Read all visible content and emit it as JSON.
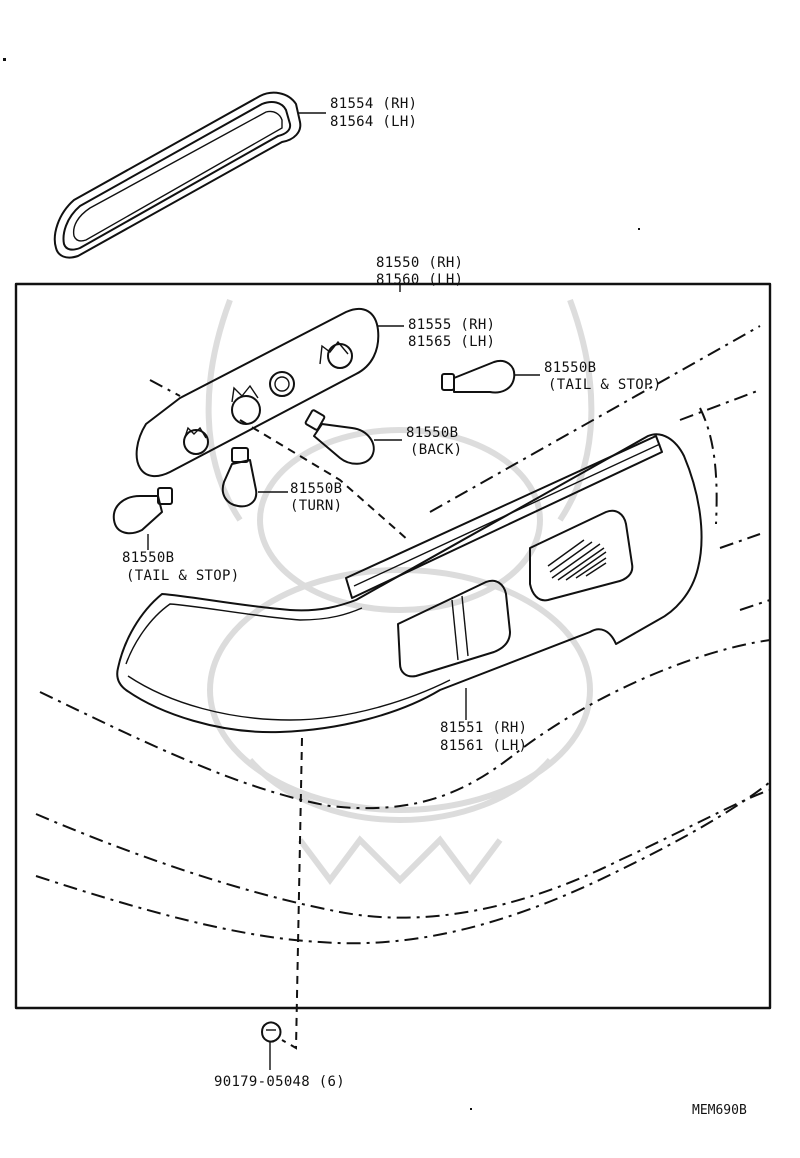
{
  "diagram": {
    "code": "MEM690B",
    "parts": {
      "lens_gasket": {
        "rh": "81554 (RH)",
        "lh": "81564 (LH)"
      },
      "lamp_assy": {
        "rh": "81550 (RH)",
        "lh": "81560 (LH)"
      },
      "socket_plate": {
        "rh": "81555 (RH)",
        "lh": "81565 (LH)"
      },
      "bulb_tail_stop_right": {
        "number": "81550B",
        "function": "(TAIL & STOP)"
      },
      "bulb_back": {
        "number": "81550B",
        "function": "(BACK)"
      },
      "bulb_turn": {
        "number": "81550B",
        "function": "(TURN)"
      },
      "bulb_tail_stop_left": {
        "number": "81550B",
        "function": "(TAIL & STOP)"
      },
      "lens_body": {
        "rh": "81551 (RH)",
        "lh": "81561 (LH)"
      },
      "screw": {
        "number": "90179-05048 (6)"
      }
    }
  }
}
